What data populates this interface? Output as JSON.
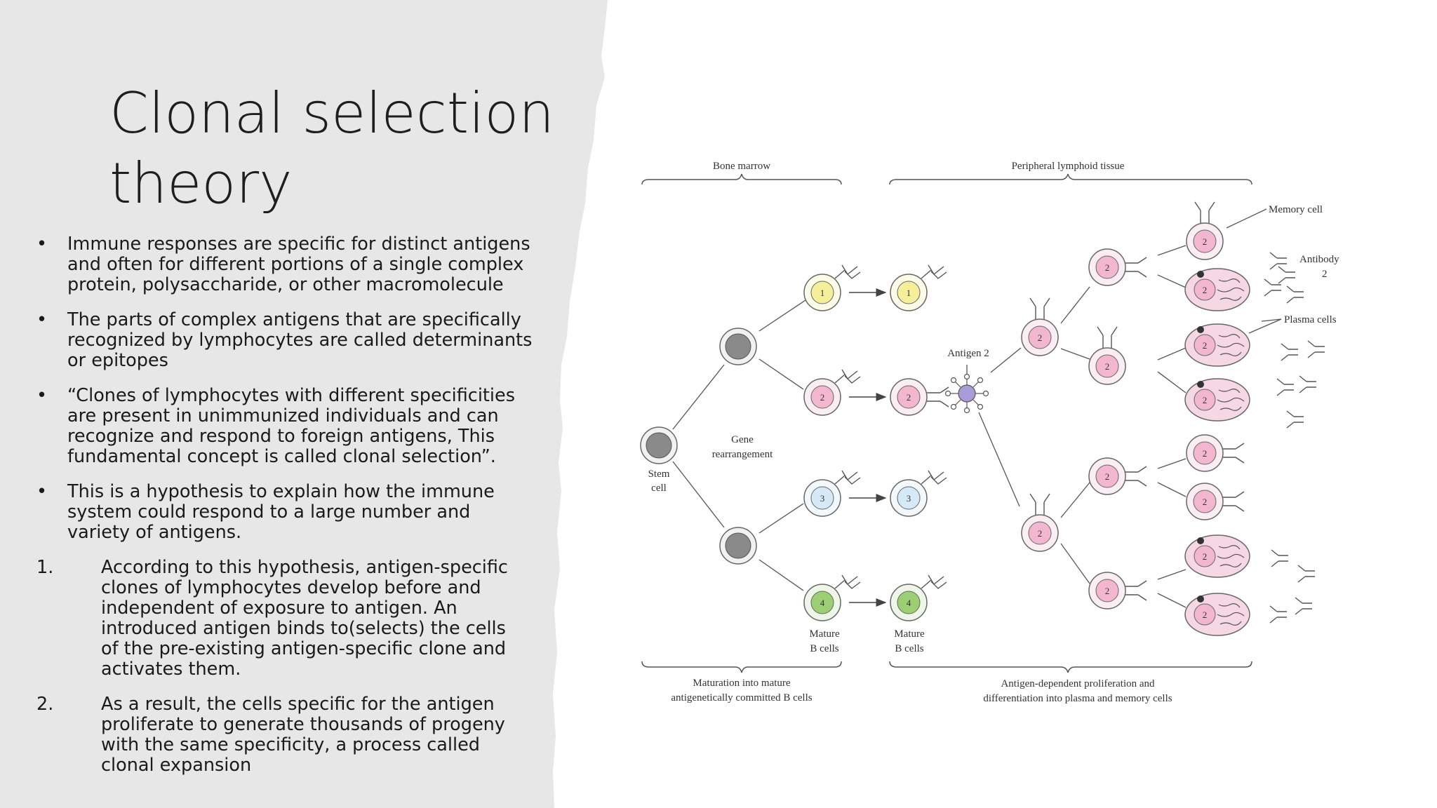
{
  "slide": {
    "title_lines": [
      "Clonal selection",
      "theory"
    ],
    "paragraphs": [
      {
        "marker": "•",
        "type": "bullet",
        "lines": [
          "Immune responses are specific for distinct antigens",
          "and often for different portions of a single complex",
          "protein, polysaccharide, or other macromolecule"
        ]
      },
      {
        "marker": "•",
        "type": "bullet",
        "lines": [
          "The parts of complex antigens that are specifically",
          "recognized by lymphocytes are called determinants",
          "or epitopes"
        ]
      },
      {
        "marker": "•",
        "type": "bullet",
        "lines": [
          "“Clones of lymphocytes with different specificities",
          "are present in unimmunized individuals and can",
          "recognize and respond to foreign antigens, This",
          "fundamental concept is called clonal selection”."
        ]
      },
      {
        "marker": "•",
        "type": "bullet",
        "lines": [
          "This is  a hypothesis to explain how the immune",
          "system could respond to a large number and",
          "variety of antigens."
        ]
      },
      {
        "marker": "1.",
        "type": "numbered",
        "lines": [
          "According to this hypothesis, antigen-specific",
          "clones of lymphocytes develop before and",
          "independent of exposure to antigen. An",
          "introduced antigen binds to(selects) the cells",
          "of the pre-existing antigen-specific clone and",
          "activates them."
        ]
      },
      {
        "marker": "2.",
        "type": "numbered",
        "lines": [
          "As a result, the cells specific for the antigen",
          "proliferate to generate thousands of progeny",
          "with the same specificity, a process called",
          "clonal expansion"
        ]
      }
    ]
  },
  "diagram": {
    "labels": {
      "bone_marrow": "Bone marrow",
      "peripheral": "Peripheral lymphoid tissue",
      "memory_cell": "Memory cell",
      "antibody_2_a": "Antibody",
      "antibody_2_b": "2",
      "plasma_cells": "Plasma cells",
      "antigen_2": "Antigen 2",
      "gene_a": "Gene",
      "gene_b": "rearrangement",
      "stem_a": "Stem",
      "stem_b": "cell",
      "mature_a": "Mature",
      "mature_b": "B cells",
      "maturation_a": "Maturation into mature",
      "maturation_b": "antigenetically committed B cells",
      "antigen_dep_a": "Antigen-dependent proliferation and",
      "antigen_dep_b": "differentiation into plasma and memory cells"
    },
    "clone_numbers": [
      "1",
      "2",
      "3",
      "4"
    ],
    "expanded_clone_number": "2",
    "colors": {
      "left_panel": "#e7e7e7",
      "clone_1": "#f6ef9a",
      "clone_2": "#f3b6cf",
      "clone_3": "#d6e9f6",
      "clone_4": "#9ccf73",
      "stem_nucleus": "#8a8a8a",
      "antigen": "#a99ad8"
    }
  }
}
